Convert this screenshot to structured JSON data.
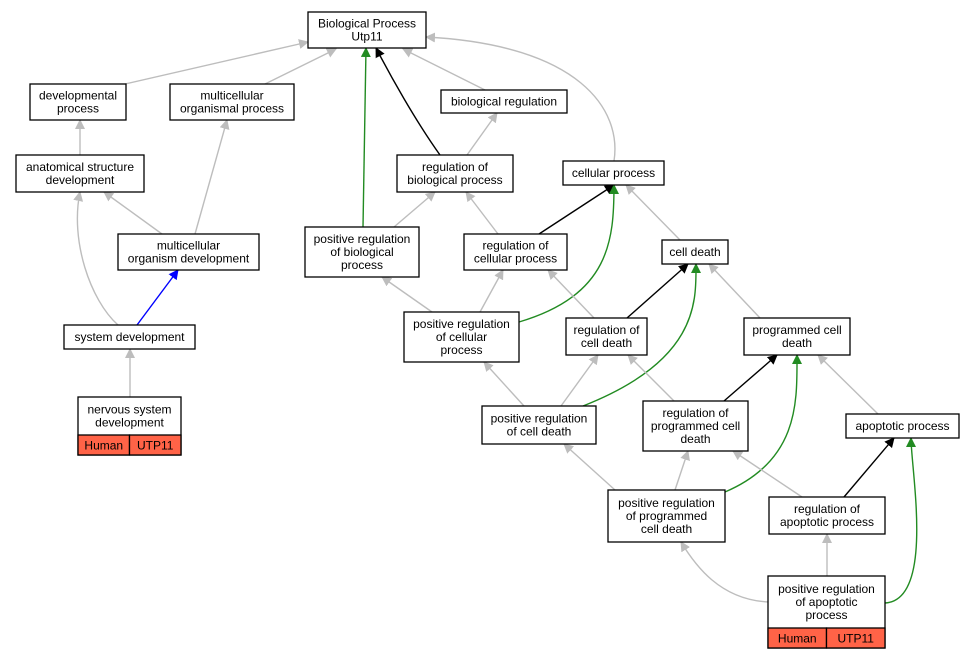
{
  "colors": {
    "is_a": "#bdbdbd",
    "regulates": "#000000",
    "positively_regulates": "#228b22",
    "part_of": "#0000ff",
    "annotation_fill": "#ff6347"
  },
  "nodes": [
    {
      "id": "bp",
      "lines": [
        "Biological Process",
        "Utp11"
      ]
    },
    {
      "id": "dev",
      "lines": [
        "developmental",
        "process"
      ]
    },
    {
      "id": "mop",
      "lines": [
        "multicellular",
        "organismal process"
      ]
    },
    {
      "id": "breg",
      "lines": [
        "biological regulation"
      ]
    },
    {
      "id": "asd",
      "lines": [
        "anatomical structure",
        "development"
      ]
    },
    {
      "id": "rbp",
      "lines": [
        "regulation of",
        "biological process"
      ]
    },
    {
      "id": "cp",
      "lines": [
        "cellular process"
      ]
    },
    {
      "id": "mod",
      "lines": [
        "multicellular",
        "organism development"
      ]
    },
    {
      "id": "prbp",
      "lines": [
        "positive regulation",
        "of biological",
        "process"
      ]
    },
    {
      "id": "rcp",
      "lines": [
        "regulation of",
        "cellular process"
      ]
    },
    {
      "id": "cd",
      "lines": [
        "cell death"
      ]
    },
    {
      "id": "sd",
      "lines": [
        "system development"
      ]
    },
    {
      "id": "prcp",
      "lines": [
        "positive regulation",
        "of cellular",
        "process"
      ]
    },
    {
      "id": "rcd",
      "lines": [
        "regulation of",
        "cell death"
      ]
    },
    {
      "id": "pcd",
      "lines": [
        "programmed cell",
        "death"
      ]
    },
    {
      "id": "nsd",
      "lines": [
        "nervous system",
        "development"
      ],
      "tags": [
        "Human",
        "UTP11"
      ]
    },
    {
      "id": "prcd",
      "lines": [
        "positive regulation",
        "of cell death"
      ]
    },
    {
      "id": "rpcd",
      "lines": [
        "regulation of",
        "programmed cell",
        "death"
      ]
    },
    {
      "id": "ap",
      "lines": [
        "apoptotic process"
      ]
    },
    {
      "id": "prpcd",
      "lines": [
        "positive regulation",
        "of programmed",
        "cell death"
      ]
    },
    {
      "id": "rap",
      "lines": [
        "regulation of",
        "apoptotic process"
      ]
    },
    {
      "id": "prap",
      "lines": [
        "positive regulation",
        "of apoptotic",
        "process"
      ],
      "tags": [
        "Human",
        "UTP11"
      ]
    }
  ],
  "edges": [
    {
      "from": "dev",
      "to": "bp",
      "type": "is_a"
    },
    {
      "from": "mop",
      "to": "bp",
      "type": "is_a"
    },
    {
      "from": "breg",
      "to": "bp",
      "type": "is_a"
    },
    {
      "from": "cp",
      "to": "bp",
      "type": "is_a"
    },
    {
      "from": "rbp",
      "to": "bp",
      "type": "regulates"
    },
    {
      "from": "prbp",
      "to": "bp",
      "type": "positively_regulates"
    },
    {
      "from": "asd",
      "to": "dev",
      "type": "is_a"
    },
    {
      "from": "rbp",
      "to": "breg",
      "type": "is_a"
    },
    {
      "from": "mod",
      "to": "asd",
      "type": "is_a"
    },
    {
      "from": "sd",
      "to": "asd",
      "type": "is_a"
    },
    {
      "from": "mod",
      "to": "mop",
      "type": "is_a"
    },
    {
      "from": "prbp",
      "to": "rbp",
      "type": "is_a"
    },
    {
      "from": "rcp",
      "to": "rbp",
      "type": "is_a"
    },
    {
      "from": "rcp",
      "to": "cp",
      "type": "regulates"
    },
    {
      "from": "prcp",
      "to": "cp",
      "type": "positively_regulates"
    },
    {
      "from": "cd",
      "to": "cp",
      "type": "is_a"
    },
    {
      "from": "sd",
      "to": "mod",
      "type": "part_of"
    },
    {
      "from": "prcp",
      "to": "prbp",
      "type": "is_a"
    },
    {
      "from": "prcp",
      "to": "rcp",
      "type": "is_a"
    },
    {
      "from": "rcd",
      "to": "rcp",
      "type": "is_a"
    },
    {
      "from": "rcd",
      "to": "cd",
      "type": "regulates"
    },
    {
      "from": "prcd",
      "to": "cd",
      "type": "positively_regulates"
    },
    {
      "from": "pcd",
      "to": "cd",
      "type": "is_a"
    },
    {
      "from": "nsd",
      "to": "sd",
      "type": "is_a"
    },
    {
      "from": "prcd",
      "to": "prcp",
      "type": "is_a"
    },
    {
      "from": "prcd",
      "to": "rcd",
      "type": "is_a"
    },
    {
      "from": "rpcd",
      "to": "rcd",
      "type": "is_a"
    },
    {
      "from": "rpcd",
      "to": "pcd",
      "type": "regulates"
    },
    {
      "from": "prpcd",
      "to": "pcd",
      "type": "positively_regulates"
    },
    {
      "from": "ap",
      "to": "pcd",
      "type": "is_a"
    },
    {
      "from": "prpcd",
      "to": "prcd",
      "type": "is_a"
    },
    {
      "from": "prpcd",
      "to": "rpcd",
      "type": "is_a"
    },
    {
      "from": "rap",
      "to": "rpcd",
      "type": "is_a"
    },
    {
      "from": "rap",
      "to": "ap",
      "type": "regulates"
    },
    {
      "from": "prap",
      "to": "ap",
      "type": "positively_regulates"
    },
    {
      "from": "prap",
      "to": "prpcd",
      "type": "is_a"
    },
    {
      "from": "prap",
      "to": "rap",
      "type": "is_a"
    }
  ]
}
